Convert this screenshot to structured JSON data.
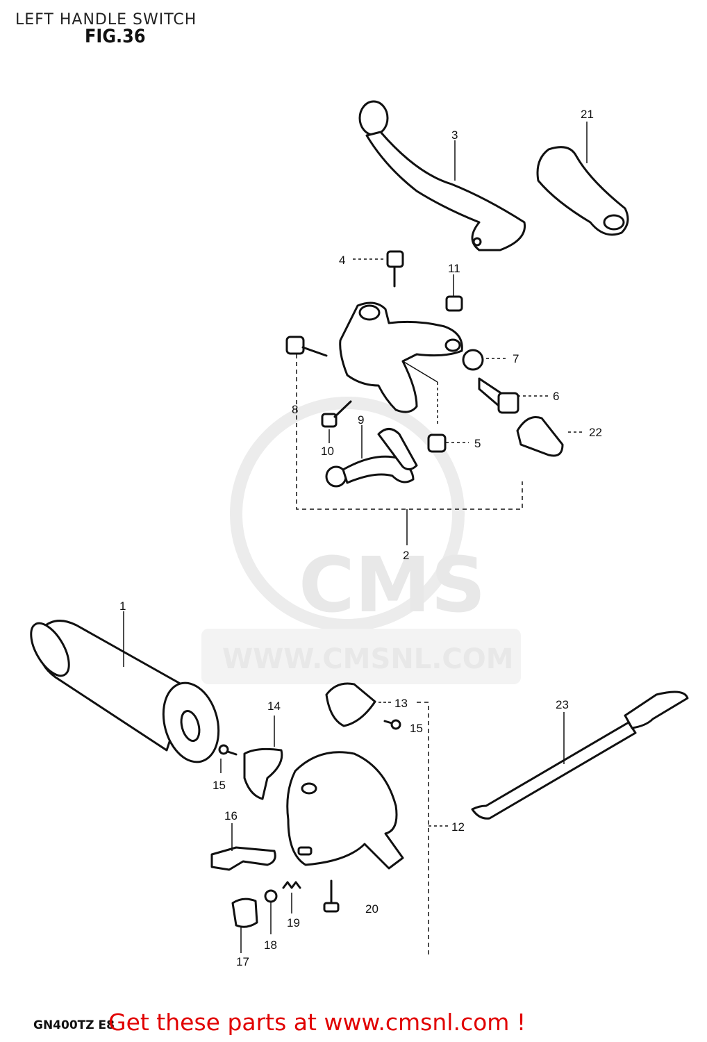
{
  "header": {
    "title": "LEFT HANDLE SWITCH",
    "figure": "FIG.36"
  },
  "watermark": {
    "brand": "CMS",
    "url": "WWW.CMSNL.COM"
  },
  "footer": {
    "model": "GN400TZ E8",
    "promo": "Get these parts at www.cmsnl.com !"
  },
  "callouts": {
    "c1": "1",
    "c2": "2",
    "c3": "3",
    "c4": "4",
    "c5": "5",
    "c6": "6",
    "c7": "7",
    "c8": "8",
    "c9": "9",
    "c10": "10",
    "c11": "11",
    "c12": "12",
    "c13": "13",
    "c14": "14",
    "c15a": "15",
    "c15b": "15",
    "c16": "16",
    "c17": "17",
    "c18": "18",
    "c19": "19",
    "c20": "20",
    "c21": "21",
    "c22": "22",
    "c23": "23"
  },
  "colors": {
    "promo": "#e10000",
    "ink": "#111111",
    "watermark": "#e8e8e8"
  }
}
